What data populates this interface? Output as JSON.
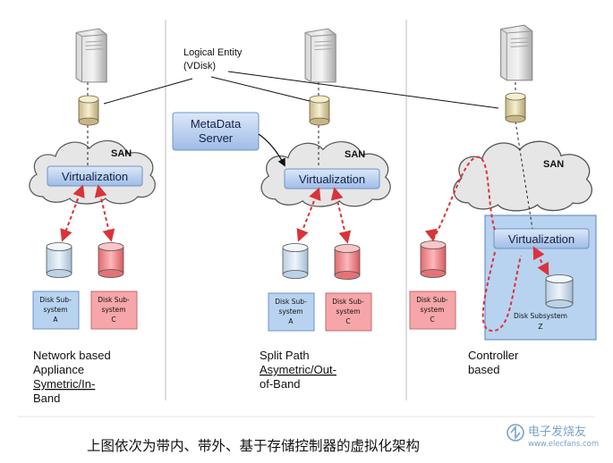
{
  "logical_entity": {
    "line1": "Logical Entity",
    "line2": "(VDisk)"
  },
  "metadata_server": {
    "line1": "MetaData",
    "line2": "Server"
  },
  "panels": [
    {
      "san": "SAN",
      "virtualization": "Virtualization",
      "disks": [
        {
          "line1": "Disk Sub-",
          "line2": "system",
          "line3": "A"
        },
        {
          "line1": "Disk Sub-",
          "line2": "system",
          "line3": "C"
        }
      ],
      "caption": [
        "Network based",
        "Appliance",
        "Symetric/In-",
        "Band"
      ]
    },
    {
      "san": "SAN",
      "virtualization": "Virtualization",
      "disks": [
        {
          "line1": "Disk Sub-",
          "line2": "system",
          "line3": "A"
        },
        {
          "line1": "Disk Sub-",
          "line2": "system",
          "line3": "C"
        }
      ],
      "caption": [
        "Split Path",
        "Asymetric/Out-",
        "of-Band"
      ]
    },
    {
      "san": "SAN",
      "virtualization": "Virtualization",
      "disks": [
        {
          "line1": "Disk Sub-",
          "line2": "system",
          "line3": "C"
        },
        {
          "line1": "Disk Subsystem",
          "line2": "Z"
        }
      ],
      "caption": [
        "Controller",
        "based"
      ]
    }
  ],
  "footer": "上图依次为带内、带外、基于存储控制器的虚拟化架构",
  "watermark": {
    "cn": "电子发烧友",
    "en": "www.elecfans.com"
  },
  "colors": {
    "blue_disk": "#d4e6f4",
    "red_disk": "#f08a8e",
    "blue_box": "#b8d3f0",
    "red_box": "#f6a6a8",
    "arrow": "#d9343a"
  }
}
